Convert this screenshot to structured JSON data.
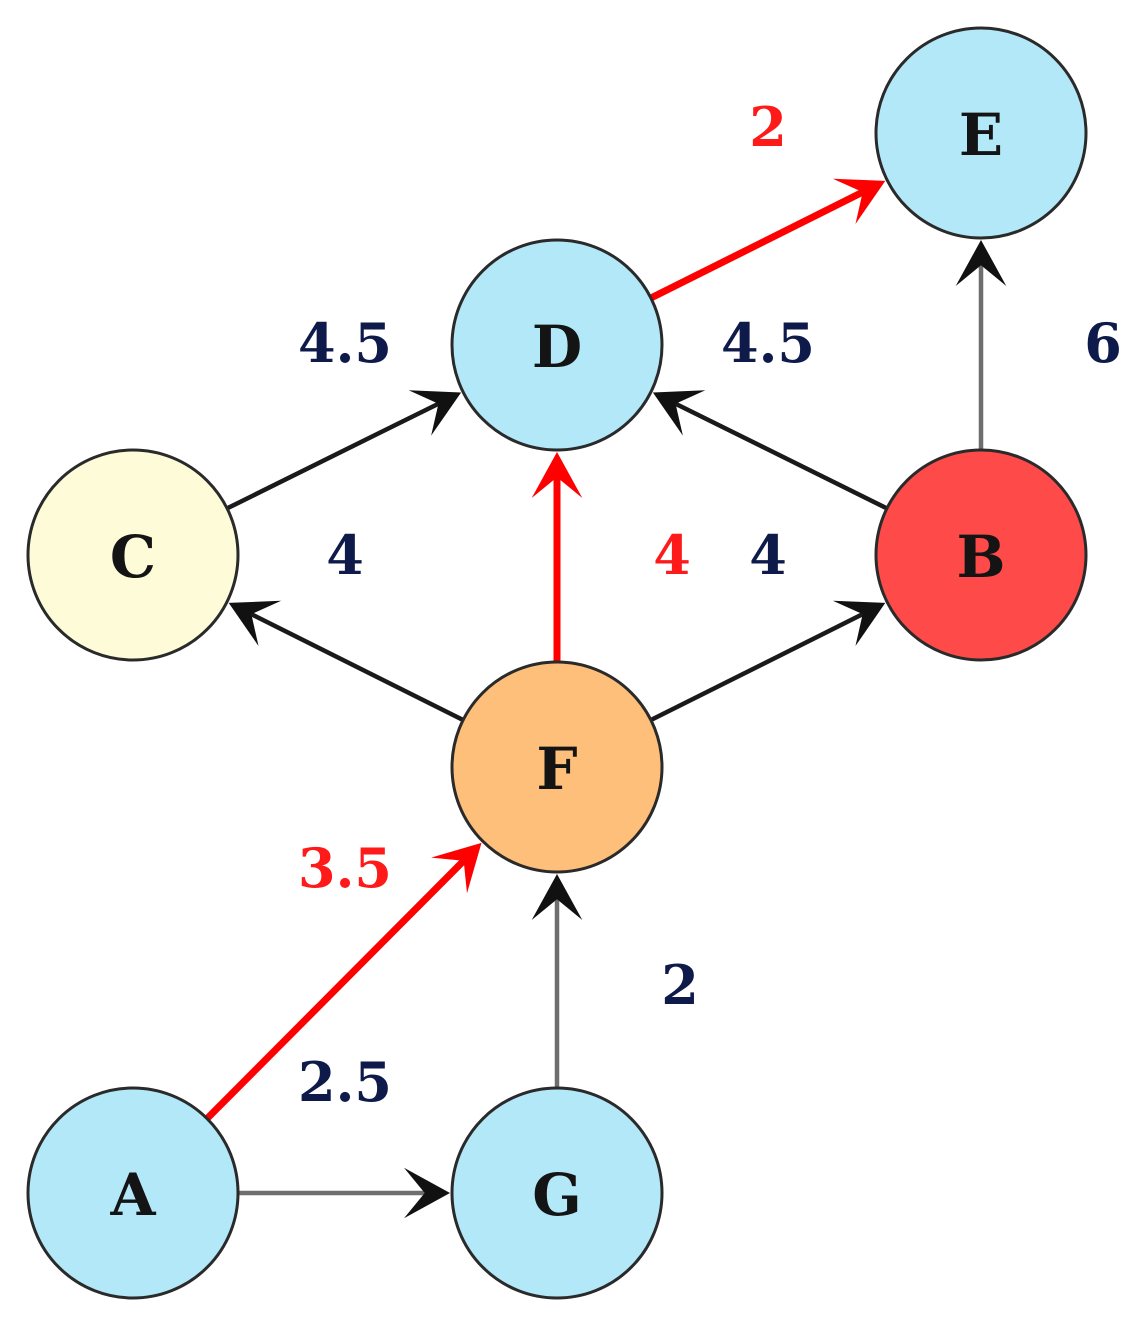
{
  "graph": {
    "colors": {
      "default_node": "#b3e8f8",
      "highlight_edge": "#ff0000",
      "normal_edge": "#1a1a1a",
      "normal_weight": "#0d1a4a",
      "highlight_weight": "#ff1a1a"
    },
    "nodes": [
      {
        "id": "A",
        "label": "A",
        "fill": "#b3e8f8"
      },
      {
        "id": "G",
        "label": "G",
        "fill": "#b3e8f8"
      },
      {
        "id": "F",
        "label": "F",
        "fill": "#fdbf7a"
      },
      {
        "id": "C",
        "label": "C",
        "fill": "#fdfbd8"
      },
      {
        "id": "B",
        "label": "B",
        "fill": "#ff4a4a"
      },
      {
        "id": "D",
        "label": "D",
        "fill": "#b3e8f8"
      },
      {
        "id": "E",
        "label": "E",
        "fill": "#b3e8f8"
      }
    ],
    "edges": [
      {
        "from": "A",
        "to": "G",
        "weight": "2.5",
        "highlight": false
      },
      {
        "from": "A",
        "to": "F",
        "weight": "3.5",
        "highlight": true
      },
      {
        "from": "G",
        "to": "F",
        "weight": "2",
        "highlight": false
      },
      {
        "from": "F",
        "to": "C",
        "weight": "4",
        "highlight": false
      },
      {
        "from": "F",
        "to": "D",
        "weight": "4",
        "highlight": true
      },
      {
        "from": "F",
        "to": "B",
        "weight": "4",
        "highlight": false
      },
      {
        "from": "C",
        "to": "D",
        "weight": "4.5",
        "highlight": false
      },
      {
        "from": "B",
        "to": "D",
        "weight": "4.5",
        "highlight": false
      },
      {
        "from": "B",
        "to": "E",
        "weight": "6",
        "highlight": false
      },
      {
        "from": "D",
        "to": "E",
        "weight": "2",
        "highlight": true
      }
    ]
  }
}
